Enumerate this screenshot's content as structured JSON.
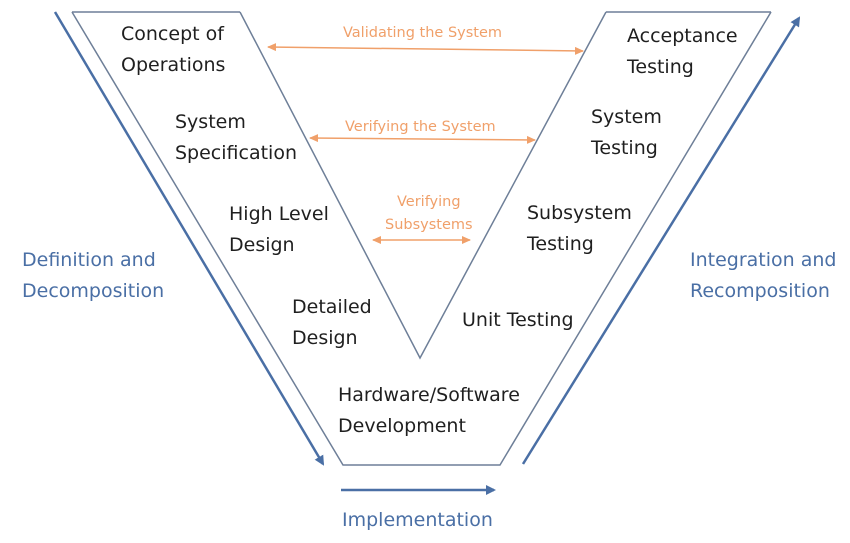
{
  "colors": {
    "outline": "#6e7f98",
    "arrow_blue": "#4a6fa5",
    "arrow_orange": "#f0a06a",
    "text_dark": "#1f1f1f"
  },
  "left_stages": {
    "concept": "Concept of\nOperations",
    "system_spec": "System\nSpecification",
    "high_level": "High Level\nDesign",
    "detailed": "Detailed\nDesign"
  },
  "bottom_stage": "Hardware/Software\nDevelopment",
  "right_stages": {
    "acceptance": "Acceptance\nTesting",
    "system_testing": "System\nTesting",
    "subsystem": "Subsystem\nTesting",
    "unit": "Unit Testing"
  },
  "links": {
    "validating": "Validating the System",
    "verifying_system": "Verifying the System",
    "verifying_subsystems": "Verifying\nSubsystems"
  },
  "phases": {
    "left": "Definition and\nDecomposition",
    "right": "Integration and\nRecomposition",
    "bottom": "Implementation"
  }
}
